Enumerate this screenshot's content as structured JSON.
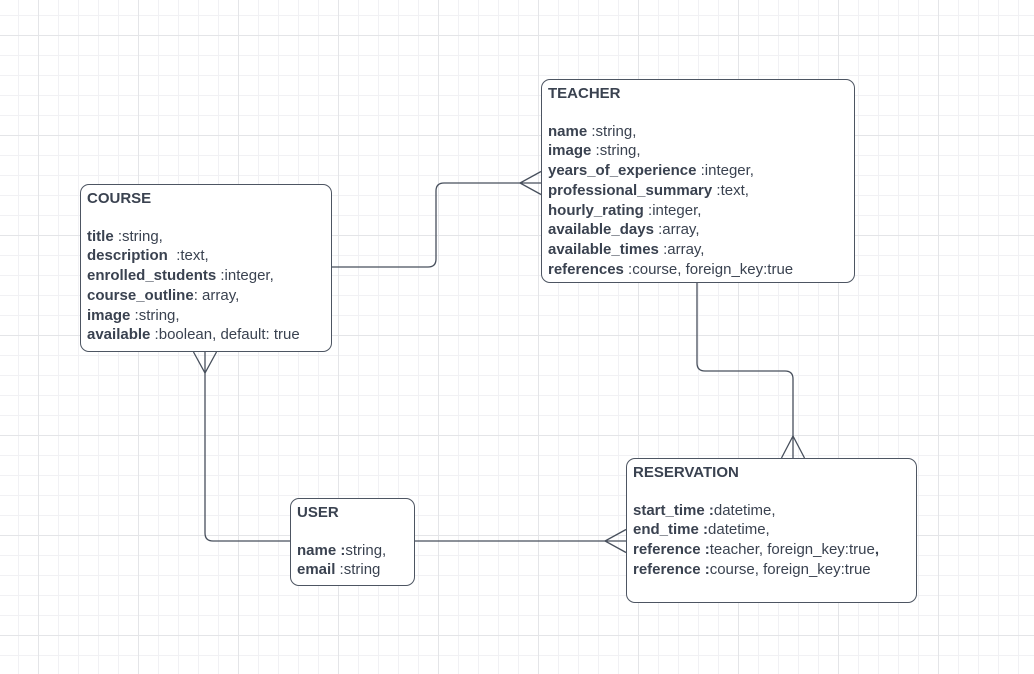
{
  "diagram": {
    "type": "entity-relationship-diagram",
    "tool_style": "drawio-grid-canvas"
  },
  "colors": {
    "background": "#ffffff",
    "grid_minor": "#f1f1f4",
    "grid_major": "#e4e5e8",
    "box_fill": "#ffffff",
    "box_border": "#4d5562",
    "edge_stroke": "#474f5c",
    "text": "#3a4250"
  },
  "entities": [
    {
      "id": "course",
      "title": "COURSE",
      "fields": [
        {
          "name": "title",
          "type": " :string,"
        },
        {
          "name": "description",
          "type": "  :text,"
        },
        {
          "name": "enrolled_students",
          "type": " :integer,"
        },
        {
          "name": "course_outline",
          "type": ": array,"
        },
        {
          "name": "image",
          "type": " :string,"
        },
        {
          "name": "available",
          "type": " :boolean, default: true"
        }
      ]
    },
    {
      "id": "teacher",
      "title": "TEACHER",
      "fields": [
        {
          "name": "name",
          "type": " :string,"
        },
        {
          "name": "image",
          "type": " :string,"
        },
        {
          "name": "years_of_experience",
          "type": " :integer,"
        },
        {
          "name": "professional_summary",
          "type": " :text,"
        },
        {
          "name": "hourly_rating",
          "type": " :integer,"
        },
        {
          "name": "available_days",
          "type": " :array,"
        },
        {
          "name": "available_times",
          "type": " :array,"
        },
        {
          "name": "references",
          "type": " :course, foreign_key:true"
        }
      ]
    },
    {
      "id": "user",
      "title": "USER",
      "fields": [
        {
          "name": "name :",
          "type": "string,"
        },
        {
          "name": "email",
          "type": " :string"
        }
      ]
    },
    {
      "id": "reservation",
      "title": "RESERVATION",
      "fields": [
        {
          "name": "start_time :",
          "type": "datetime,"
        },
        {
          "name": "end_time :",
          "type": "datetime,"
        },
        {
          "name": "reference :",
          "type": "teacher, foreign_key:true",
          "suffix": ","
        },
        {
          "name": "reference :",
          "type": "course, foreign_key:true"
        }
      ]
    }
  ],
  "relationships": [
    {
      "from": "COURSE",
      "to": "TEACHER",
      "crow_foot_end": "TEACHER"
    },
    {
      "from": "TEACHER",
      "to": "RESERVATION",
      "crow_foot_end": "RESERVATION"
    },
    {
      "from": "USER",
      "to": "RESERVATION",
      "crow_foot_end": "RESERVATION"
    },
    {
      "from": "USER",
      "to": "COURSE",
      "crow_foot_end": "COURSE"
    }
  ]
}
